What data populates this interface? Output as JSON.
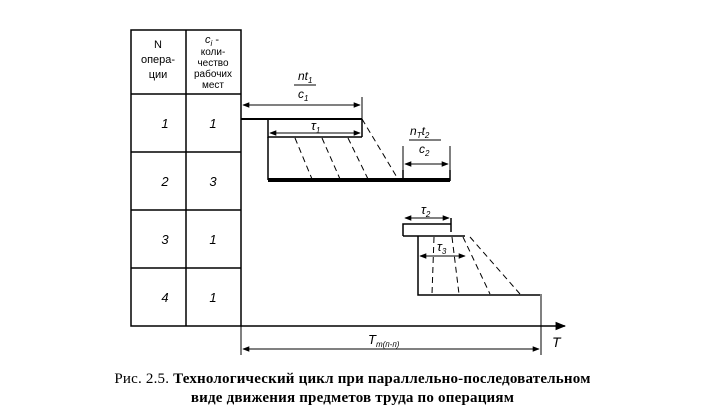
{
  "table": {
    "header_col1": [
      "N",
      "опера-",
      "ции"
    ],
    "header_col2_symbol": "c",
    "header_col2_sub": "i",
    "header_col2_suffix": " -",
    "header_col2_lines": [
      "коли-",
      "чество",
      "рабочих",
      "мест"
    ],
    "rows": [
      {
        "n": "1",
        "c": "1"
      },
      {
        "n": "2",
        "c": "3"
      },
      {
        "n": "3",
        "c": "1"
      },
      {
        "n": "4",
        "c": "1"
      }
    ]
  },
  "labels": {
    "stage1_num": "nt",
    "stage1_num_sub": "1",
    "stage1_den": "c",
    "stage1_den_sub": "1",
    "tau1": "τ",
    "tau1_sub": "1",
    "stage2_num_a": "n",
    "stage2_num_a_sub": "T",
    "stage2_num_b": "t",
    "stage2_num_b_sub": "2",
    "stage2_den": "c",
    "stage2_den_sub": "2",
    "tau2": "τ",
    "tau2_sub": "2",
    "tau3": "τ",
    "tau3_sub": "3",
    "total": "T",
    "total_sub": "т(п-п)",
    "axis": "T"
  },
  "caption": {
    "prefix": "Рис. 2.5.",
    "line1": "Технологический цикл при параллельно-последовательном",
    "line2": "виде движения предметов труда по операциям"
  }
}
